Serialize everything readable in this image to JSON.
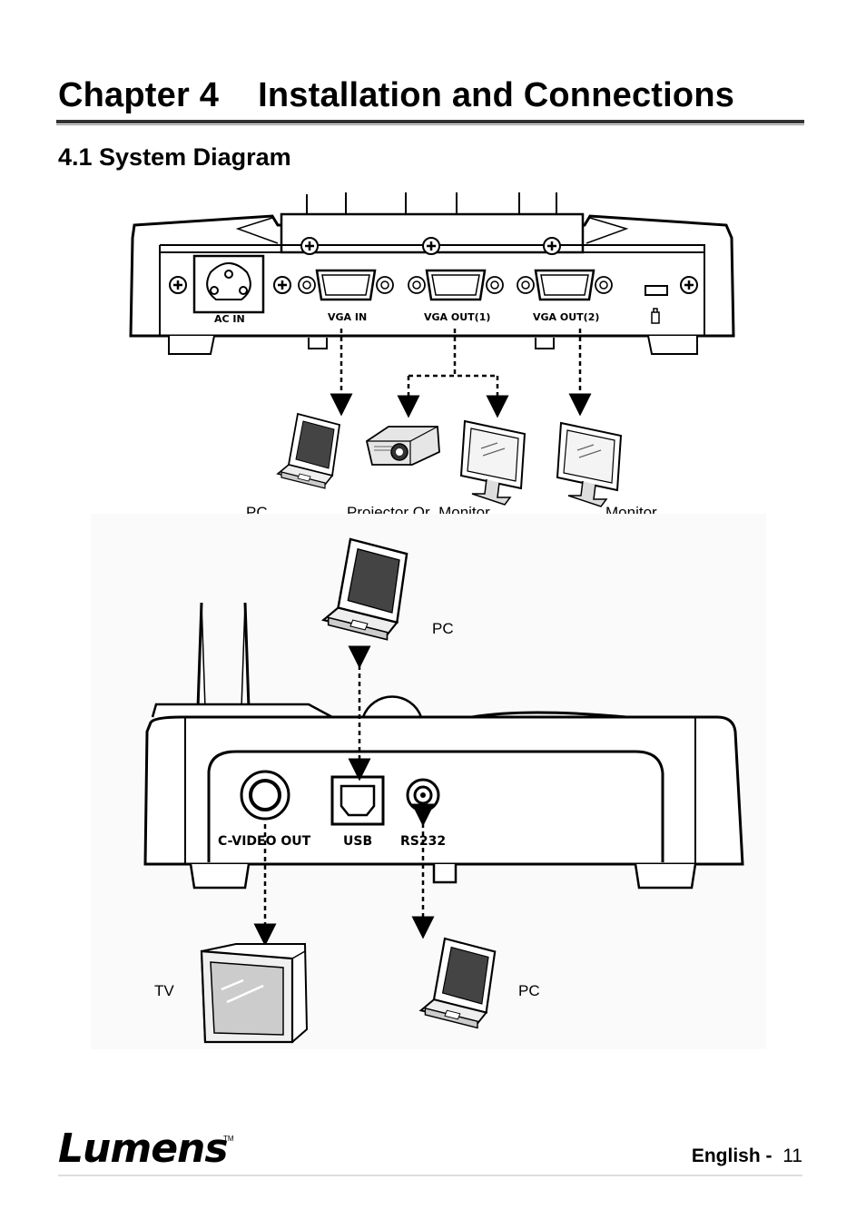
{
  "header": {
    "chapter_title": "Chapter 4    Installation and Connections",
    "section_title": "4.1 System Diagram"
  },
  "top_panel": {
    "ports": [
      "AC IN",
      "VGA IN",
      "VGA OUT(1)",
      "VGA OUT(2)"
    ],
    "device_labels": [
      "PC",
      "Projector Or  Monitor",
      "Monitor"
    ]
  },
  "bottom_panel": {
    "ports": [
      "C-VIDEO OUT",
      "USB",
      "RS232"
    ],
    "device_labels": [
      "PC",
      "TV",
      "PC"
    ]
  },
  "footer": {
    "logo": "Lumens",
    "trademark": "TM",
    "language": "English",
    "separator": "-",
    "page_number": "11"
  }
}
